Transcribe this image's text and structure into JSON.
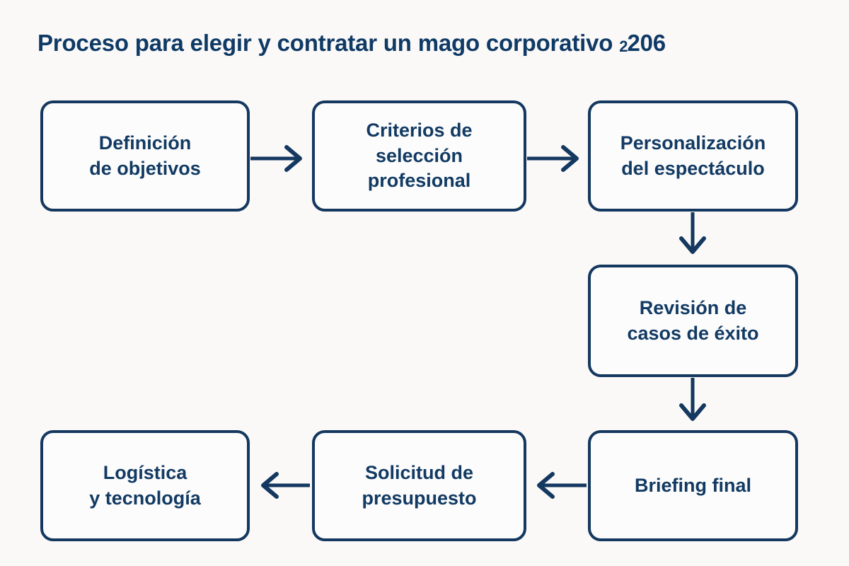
{
  "diagram": {
    "title_main": "Proceso para elegir y contratar un mago corporativo ",
    "title_suffix_small": "2",
    "title_suffix_rest": "206",
    "background_color": "#faf9f8",
    "accent_color": "#14385f",
    "text_color": "#123a63",
    "type": "flowchart",
    "nodes": [
      {
        "id": "n1",
        "label": "Definición\nde objetivos"
      },
      {
        "id": "n2",
        "label": "Criterios de\nselección\nprofesional"
      },
      {
        "id": "n3",
        "label": "Personalización\ndel espectáculo"
      },
      {
        "id": "n4",
        "label": "Revisión de\ncasos de éxito"
      },
      {
        "id": "n5",
        "label": "Briefing final"
      },
      {
        "id": "n6",
        "label": "Solicitud de\npresupuesto"
      },
      {
        "id": "n7",
        "label": "Logística\ny tecnología"
      }
    ],
    "edges": [
      {
        "from": "n1",
        "to": "n2",
        "direction": "right"
      },
      {
        "from": "n2",
        "to": "n3",
        "direction": "right"
      },
      {
        "from": "n3",
        "to": "n4",
        "direction": "down"
      },
      {
        "from": "n4",
        "to": "n5",
        "direction": "down"
      },
      {
        "from": "n5",
        "to": "n6",
        "direction": "left"
      },
      {
        "from": "n6",
        "to": "n7",
        "direction": "left"
      }
    ]
  }
}
